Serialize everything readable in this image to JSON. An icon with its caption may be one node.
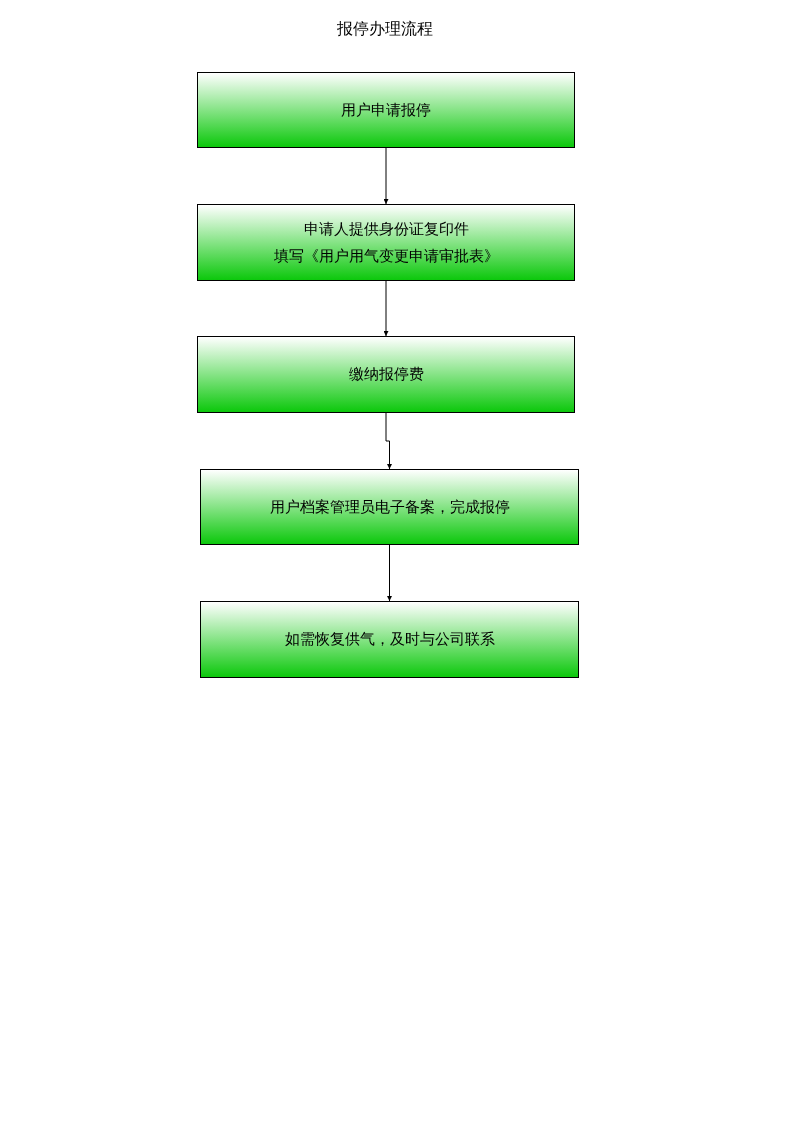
{
  "diagram": {
    "title": "报停办理流程",
    "nodes": [
      {
        "text": [
          "用户申请报停"
        ]
      },
      {
        "text": [
          "申请人提供身份证复印件",
          "填写《用户用气变更申请审批表》"
        ]
      },
      {
        "text": [
          "缴纳报停费"
        ]
      },
      {
        "text": [
          "用户档案管理员电子备案，完成报停"
        ]
      },
      {
        "text": [
          "如需恢复供气，及时与公司联系"
        ]
      }
    ],
    "edges": [
      {
        "from": 0,
        "to": 1,
        "arrow": "to"
      },
      {
        "from": 1,
        "to": 2,
        "arrow": "to"
      },
      {
        "from": 2,
        "to": 3,
        "arrow": "to"
      },
      {
        "from": 3,
        "to": 4,
        "arrow": "to"
      }
    ]
  }
}
